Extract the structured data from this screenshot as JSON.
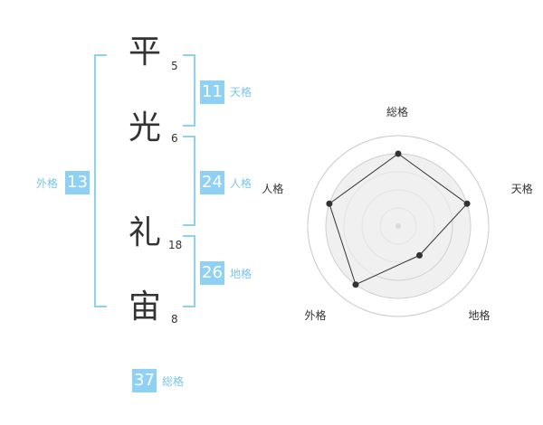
{
  "name": {
    "chars": [
      {
        "char": "平",
        "strokes": "5"
      },
      {
        "char": "光",
        "strokes": "6"
      },
      {
        "char": "礼",
        "strokes": "18"
      },
      {
        "char": "宙",
        "strokes": "8"
      }
    ]
  },
  "fortunes": {
    "tenkaku": {
      "value": "11",
      "label": "天格"
    },
    "jinkaku": {
      "value": "24",
      "label": "人格"
    },
    "chikaku": {
      "value": "26",
      "label": "地格"
    },
    "gaikaku": {
      "value": "13",
      "label": "外格"
    },
    "soukaku": {
      "value": "37",
      "label": "総格"
    }
  },
  "colors": {
    "accent": "#8fd1f5",
    "accent_text": "#7cc4ec",
    "text": "#333333",
    "radar_fill": "#f0f0f0",
    "radar_ring": "#d0d0d0"
  },
  "chart_data": {
    "type": "radar",
    "categories": [
      "総格",
      "天格",
      "地格",
      "外格",
      "人格"
    ],
    "values": [
      4,
      4,
      2,
      4,
      4
    ],
    "rlim": [
      0,
      5
    ],
    "grid": true
  }
}
